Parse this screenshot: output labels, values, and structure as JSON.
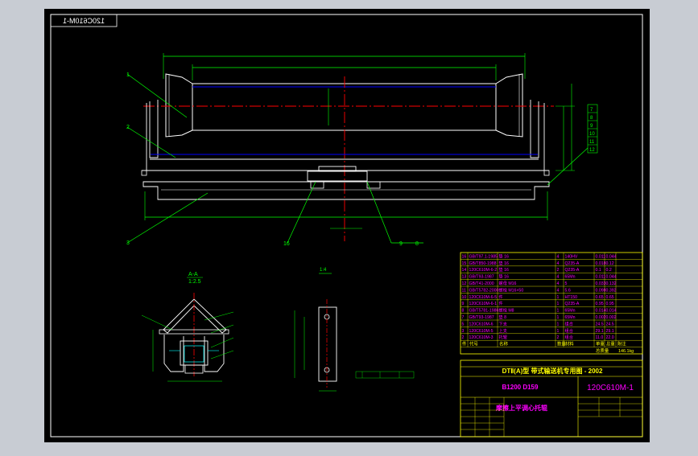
{
  "colors": {
    "ui_background": "#c8ccd3",
    "canvas": "#000000",
    "border": "#ffffff",
    "part_outline": "#ffffff",
    "dimension": "#00ff00",
    "centerline": "#ff0000",
    "hidden_line": "#0000ff",
    "leader": "#00ff00",
    "table_grid": "#ffff00",
    "table_text": "#ff00ff",
    "detail_outline": "#00ffff"
  },
  "drawing_number_mirrored": "120C610M-1",
  "balloons_main": [
    "1",
    "2",
    "3",
    "16",
    "9",
    "8"
  ],
  "balloons_right": [
    "7",
    "8",
    "9",
    "10",
    "11",
    "12"
  ],
  "section_label": {
    "name": "A-A",
    "scale": "1:2.5"
  },
  "detail_scale": "1:4",
  "title_block": {
    "series_title": "DTⅡ(A)型  带式输送机专用图 - 2002",
    "spec": "B1200  D159",
    "drawing_no": "120C610M-1",
    "part_name": "摩擦上平调心托辊",
    "weight_label": "总质量",
    "weight_value": "146.1kg"
  },
  "bom_header": [
    "件",
    "代号",
    "名称",
    "数量",
    "材料",
    "单重",
    "总重",
    "附注"
  ],
  "bom_rows": [
    {
      "idx": "16",
      "code": "GB/T97.1-1985",
      "name": "垫 16",
      "qty": "4",
      "mat": "140HV",
      "w1": "0.011",
      "w2": "0.044"
    },
    {
      "idx": "15",
      "code": "GB/T850-1988",
      "name": "垫 16",
      "qty": "4",
      "mat": "Q235-A",
      "w1": "0.018",
      "w2": "0.12"
    },
    {
      "idx": "14",
      "code": "120C610M-6-2",
      "name": "垫 16",
      "qty": "2",
      "mat": "Q235-A",
      "w1": "0.1",
      "w2": "0.2"
    },
    {
      "idx": "13",
      "code": "GB/T93-1987",
      "name": "垫 16",
      "qty": "4",
      "mat": "65Mn",
      "w1": "0.011",
      "w2": "0.044"
    },
    {
      "idx": "12",
      "code": "GB/T41-2000",
      "name": "螺母 M16",
      "qty": "4",
      "mat": "5",
      "w1": "0.033",
      "w2": "0.132"
    },
    {
      "idx": "11",
      "code": "GB/T5782-2000",
      "name": "螺栓 M16×50",
      "qty": "4",
      "mat": "5.6",
      "w1": "0.098",
      "w2": "0.392"
    },
    {
      "idx": "10",
      "code": "120C610M-6-5",
      "name": "件",
      "qty": "1",
      "mat": "HT150",
      "w1": "0.65",
      "w2": "0.65"
    },
    {
      "idx": "9",
      "code": "120C610M-6-1",
      "name": "件",
      "qty": "1",
      "mat": "Q235-A",
      "w1": "0.95",
      "w2": "0.95"
    },
    {
      "idx": "8",
      "code": "GB/T5781-1986",
      "name": "螺栓 M8",
      "qty": "1",
      "mat": "65Mn",
      "w1": "0.014",
      "w2": "0.014"
    },
    {
      "idx": "7",
      "code": "GB/T93-1987",
      "name": "垫 8",
      "qty": "1",
      "mat": "65Mn",
      "w1": "0.002",
      "w2": "0.002"
    },
    {
      "idx": "5",
      "code": "120C610M-6",
      "name": "下支",
      "qty": "1",
      "mat": "组合",
      "w1": "24.5",
      "w2": "24.5"
    },
    {
      "idx": "3",
      "code": "120C610M-5",
      "name": "上支",
      "qty": "1",
      "mat": "组合",
      "w1": "29.1",
      "w2": "29.1"
    },
    {
      "idx": "2",
      "code": "120C610M-3",
      "name": "托辊",
      "qty": "2",
      "mat": "组合",
      "w1": "11.0",
      "w2": "22.0"
    }
  ]
}
